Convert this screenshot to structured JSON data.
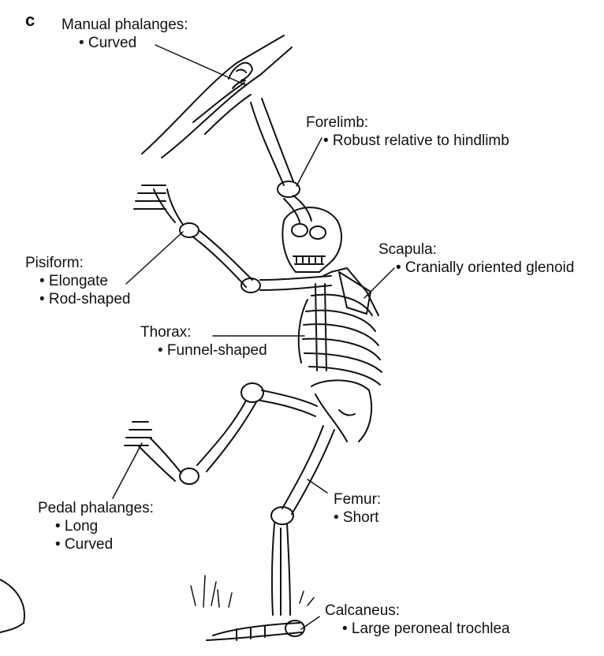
{
  "panel_letter": "c",
  "annotations": [
    {
      "id": "manual-phalanges",
      "title": "Manual phalanges:",
      "bullets": [
        "• Curved"
      ]
    },
    {
      "id": "forelimb",
      "title": "Forelimb:",
      "bullets": [
        "• Robust relative to hindlimb"
      ]
    },
    {
      "id": "scapula",
      "title": "Scapula:",
      "bullets": [
        "• Cranially oriented glenoid"
      ]
    },
    {
      "id": "pisiform",
      "title": "Pisiform:",
      "bullets": [
        "• Elongate",
        "• Rod-shaped"
      ]
    },
    {
      "id": "thorax",
      "title": "Thorax:",
      "bullets": [
        "• Funnel-shaped"
      ]
    },
    {
      "id": "pedal-phalanges",
      "title": "Pedal phalanges:",
      "bullets": [
        "• Long",
        "• Curved"
      ]
    },
    {
      "id": "femur",
      "title": "Femur:",
      "bullets": [
        "• Short"
      ]
    },
    {
      "id": "calcaneus",
      "title": "Calcaneus:",
      "bullets": [
        "• Large peroneal trochlea"
      ]
    }
  ],
  "colors": {
    "ink": "#111111",
    "background": "#ffffff"
  }
}
